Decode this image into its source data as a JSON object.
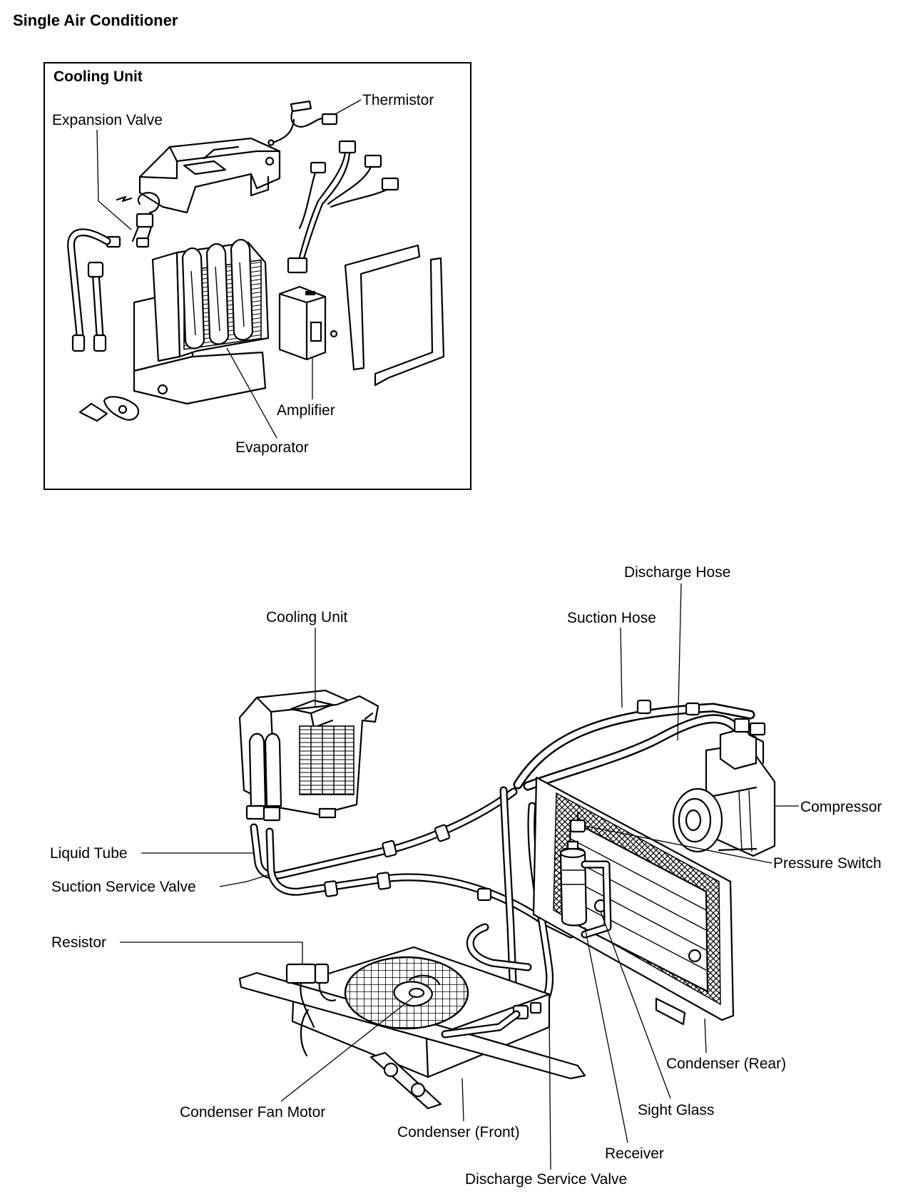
{
  "title": "Single Air Conditioner",
  "inset": {
    "title": "Cooling Unit",
    "labels": {
      "thermistor": "Thermistor",
      "expansion_valve": "Expansion Valve",
      "amplifier": "Amplifier",
      "evaporator": "Evaporator"
    }
  },
  "main": {
    "labels": {
      "discharge_hose": "Discharge Hose",
      "suction_hose": "Suction Hose",
      "cooling_unit": "Cooling Unit",
      "compressor": "Compressor",
      "liquid_tube": "Liquid Tube",
      "pressure_switch": "Pressure Switch",
      "suction_service_valve": "Suction Service Valve",
      "resistor": "Resistor",
      "condenser_rear": "Condenser (Rear)",
      "sight_glass": "Sight Glass",
      "condenser_fan_motor": "Condenser Fan Motor",
      "condenser_front": "Condenser (Front)",
      "receiver": "Receiver",
      "discharge_service_valve": "Discharge Service Valve"
    }
  }
}
